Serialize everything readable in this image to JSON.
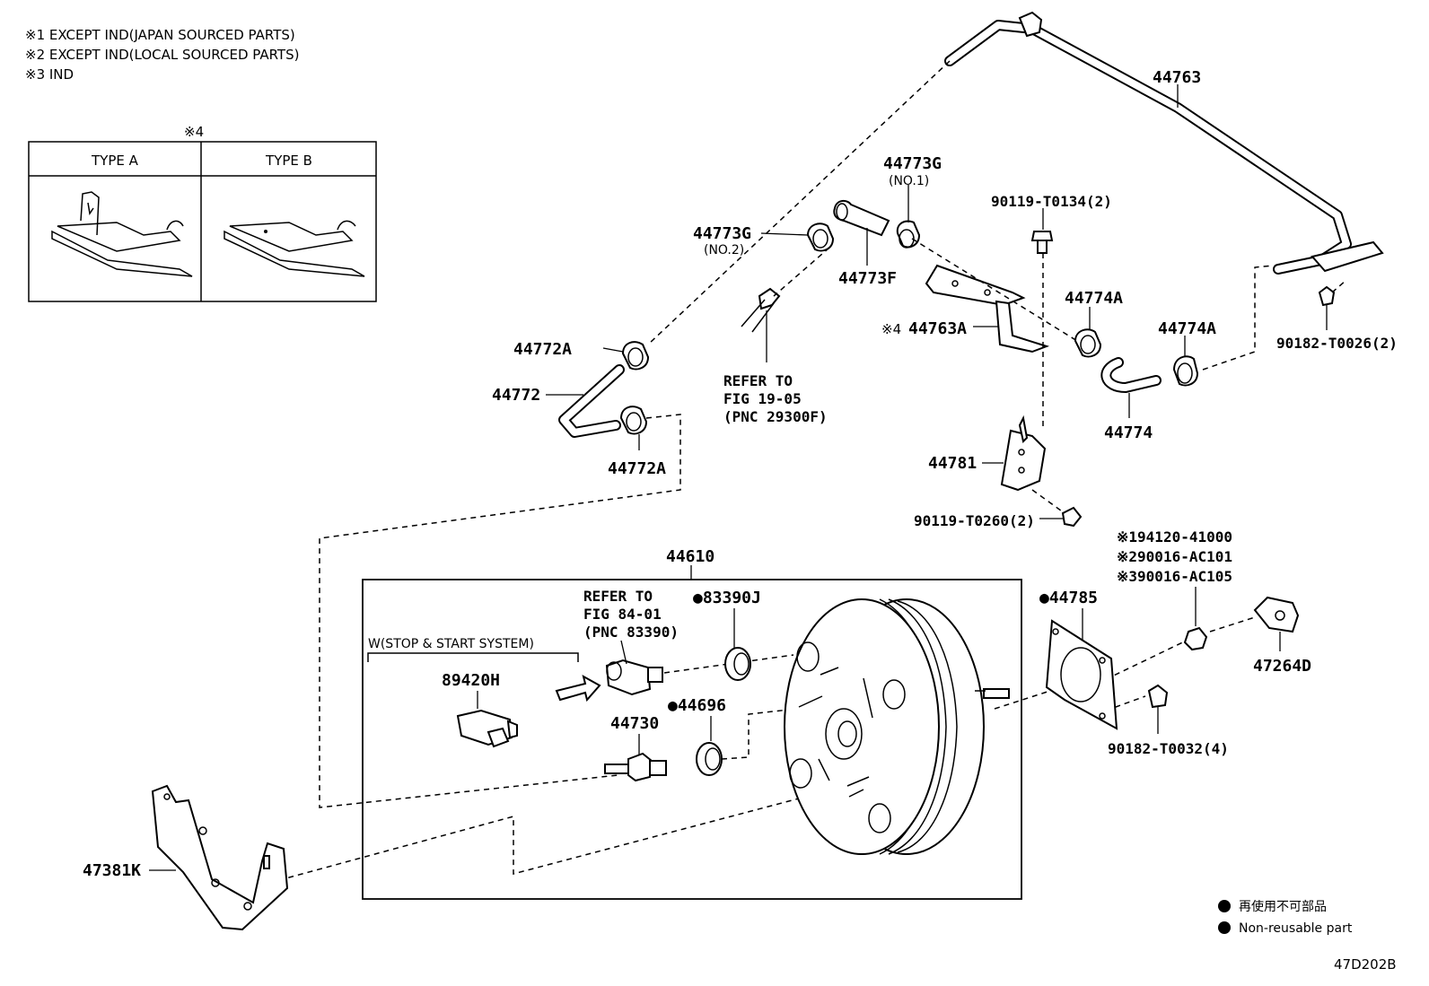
{
  "notes": {
    "n1": "※1 EXCEPT IND(JAPAN SOURCED PARTS)",
    "n2": "※2 EXCEPT IND(LOCAL SOURCED PARTS)",
    "n3": "※3 IND"
  },
  "type_box": {
    "mark": "※4",
    "col_a": "TYPE A",
    "col_b": "TYPE B"
  },
  "labels": {
    "p44763": "44763",
    "p44773g_no1": "44773G",
    "p44773g_no1_sub": "(NO.1)",
    "p90119_t0134": "90119-T0134(2)",
    "p44773g_no2": "44773G",
    "p44773g_no2_sub": "(NO.2)",
    "p44773f": "44773F",
    "p44763a_mark": "※4",
    "p44763a": "44763A",
    "p44774a_1": "44774A",
    "p44774a_2": "44774A",
    "p90182_t0026": "90182-T0026(2)",
    "p44772a_1": "44772A",
    "p44772": "44772",
    "p44772a_2": "44772A",
    "ref1_l1": "REFER TO",
    "ref1_l2": "FIG 19-05",
    "ref1_l3": "(PNC 29300F)",
    "p44774": "44774",
    "p44781": "44781",
    "p90119_t0260": "90119-T0260(2)",
    "v1": "※194120-41000",
    "v2": "※290016-AC101",
    "v3": "※390016-AC105",
    "p44610": "44610",
    "ref2_l1": "REFER TO",
    "ref2_l2": "FIG 84-01",
    "ref2_l3": "(PNC 83390)",
    "p83390j": "●83390J",
    "p44785": "●44785",
    "w_system": "W(STOP & START SYSTEM)",
    "p89420h": "89420H",
    "p44696": "●44696",
    "p44730": "44730",
    "p47264d": "47264D",
    "p90182_t0032": "90182-T0032(4)",
    "p47381k": "47381K"
  },
  "legend": {
    "jp": "再使用不可部品",
    "en": "Non-reusable part"
  },
  "figure_code": "47D202B"
}
